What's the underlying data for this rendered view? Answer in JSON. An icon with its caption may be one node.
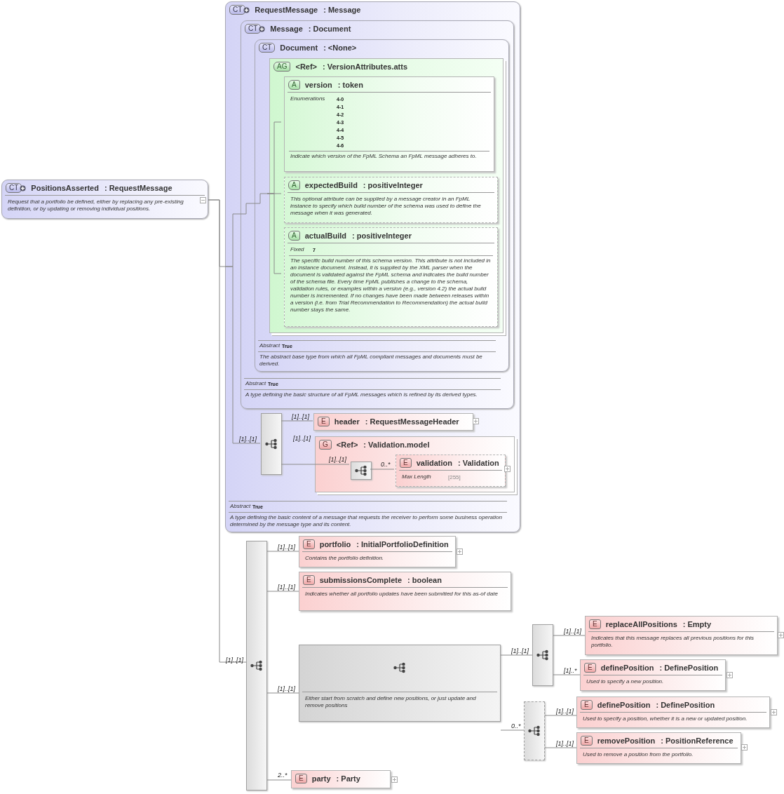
{
  "diagram": {
    "nodes": [
      {
        "text": [
          "CT",
          "PositionsAsserted",
          ": RequestMessage",
          "Request that a portfolio be defined, either by replacing any pre-existing definition, or by updating or removing individual positions."
        ]
      },
      {
        "text": [
          "CT",
          "RequestMessage",
          ": Message",
          "Abstract",
          "True",
          "A type defining the basic content of a message that requests the receiver to perform some business operation determined by the message type and its content."
        ]
      },
      {
        "text": [
          "CT",
          "Message",
          ": Document",
          "Abstract",
          "True",
          "A type defining the basic structure of all FpML messages which is refined by its derived types."
        ],
        "in": 1
      },
      {
        "text": [
          "CT",
          "Document",
          ": <None>",
          "Abstract",
          "True",
          "The abstract base type from which all FpML compliant messages and documents must be derived."
        ],
        "in": 2
      },
      {
        "text": [
          "AG",
          "<Ref>",
          ": VersionAttributes.atts"
        ],
        "in": 3
      },
      {
        "text": [
          "A",
          "version",
          ": token",
          "Enumerations",
          "4-0",
          "4-1",
          "4-2",
          "4-3",
          "4-4",
          "4-5",
          "4-6",
          "Indicate which version of the FpML Schema an FpML message adheres to."
        ],
        "in": 4
      },
      {
        "text": [
          "A",
          "expectedBuild",
          ": positiveInteger",
          "This optional attribute can be supplied by a message creator in an FpML instance to specify which build number of the schema was used to define the message when it was generated."
        ],
        "in": 4
      },
      {
        "text": [
          "A",
          "actualBuild",
          ": positiveInteger",
          "Fixed",
          "7",
          "The specific build number of this schema version. This attribute is not included in an instance document. Instead, it is supplied by the XML parser when the document is validated against the FpML schema and indicates the build number of the schema file. Every time FpML publishes a change to the schema, validation rules, or examples within a version (e.g., version 4.2) the actual build number is incremented. If no changes have been made between releases within a version (i.e. from Trial Recommendation to Recommendation) the actual build number stays the same."
        ],
        "in": 4
      },
      {
        "text": [],
        "shape": "box",
        "in": 1
      },
      {
        "text": [
          "E",
          "header",
          ": RequestMessageHeader"
        ],
        "in": 1
      },
      {
        "text": [
          "G",
          "<Ref>",
          ": Validation.model"
        ],
        "in": 1
      },
      {
        "text": [],
        "shape": "box",
        "in": 10
      },
      {
        "text": [
          "E",
          "validation",
          ": Validation",
          "Max Length",
          "[255]"
        ],
        "in": 10
      },
      {
        "text": [],
        "shape": "box"
      },
      {
        "text": [
          "E",
          "portfolio",
          ": InitialPortfolioDefinition",
          "Contains the portfolio definition."
        ]
      },
      {
        "text": [
          "E",
          "submissionsComplete",
          ": boolean",
          "Indicates whether all portfolio updates have been submitted for this as-of date"
        ]
      },
      {
        "text": [
          "Either start from scratch and define new positions, or just update and remove positions"
        ]
      },
      {
        "text": [],
        "shape": "box"
      },
      {
        "text": [
          "E",
          "replaceAllPositions",
          ": Empty",
          "Indicates that this message replaces all previous positions for this portfolio."
        ]
      },
      {
        "text": [
          "E",
          "definePosition",
          ": DefinePosition",
          "Used to specify a new position."
        ]
      },
      {
        "text": [],
        "shape": "box"
      },
      {
        "text": [
          "E",
          "definePosition",
          ": DefinePosition",
          "Used to specify a position, whether it is a new or updated position."
        ]
      },
      {
        "text": [
          "E",
          "removePosition",
          ": PositionReference",
          "Used to remove a position from the portfolio."
        ]
      },
      {
        "text": [
          "E",
          "party",
          ": Party"
        ]
      }
    ],
    "edges": [
      {
        "from": 0,
        "to": 1,
        "arrow": "none"
      },
      {
        "from": 0,
        "to": 13,
        "arrow": "none",
        "label": "[1]..[1]"
      },
      {
        "from": 1,
        "to": 2,
        "arrow": "none"
      },
      {
        "from": 1,
        "to": 8,
        "arrow": "none",
        "label": "[1]..[1]"
      },
      {
        "from": 2,
        "to": 3,
        "arrow": "none"
      },
      {
        "from": 3,
        "to": 4,
        "arrow": "none"
      },
      {
        "from": 4,
        "to": 5,
        "arrow": "none"
      },
      {
        "from": 4,
        "to": 6,
        "arrow": "none"
      },
      {
        "from": 4,
        "to": 7,
        "arrow": "none"
      },
      {
        "from": 8,
        "to": 9,
        "arrow": "none",
        "label": "[1]..[1]"
      },
      {
        "from": 8,
        "to": 10,
        "arrow": "none",
        "label": "[1]..[1]"
      },
      {
        "from": 10,
        "to": 11,
        "arrow": "none",
        "label": "[1]..[1]"
      },
      {
        "from": 11,
        "to": 12,
        "arrow": "none",
        "label": "0..*"
      },
      {
        "from": 13,
        "to": 14,
        "arrow": "none",
        "label": "[1]..[1]"
      },
      {
        "from": 13,
        "to": 15,
        "arrow": "none",
        "label": "[1]..[1]"
      },
      {
        "from": 13,
        "to": 16,
        "arrow": "none",
        "label": "[1]..[1]"
      },
      {
        "from": 13,
        "to": 23,
        "arrow": "none",
        "label": "2..*"
      },
      {
        "from": 16,
        "to": 17,
        "arrow": "none",
        "label": "[1]..[1]"
      },
      {
        "from": 16,
        "to": 20,
        "arrow": "none",
        "label": "0..*"
      },
      {
        "from": 17,
        "to": 18,
        "arrow": "none",
        "label": "[1]..[1]"
      },
      {
        "from": 17,
        "to": 19,
        "arrow": "none",
        "label": "[1]..*"
      },
      {
        "from": 20,
        "to": 21,
        "arrow": "none",
        "label": "[1]..[1]"
      },
      {
        "from": 20,
        "to": 22,
        "arrow": "none",
        "label": "[1]..[1]"
      }
    ]
  }
}
